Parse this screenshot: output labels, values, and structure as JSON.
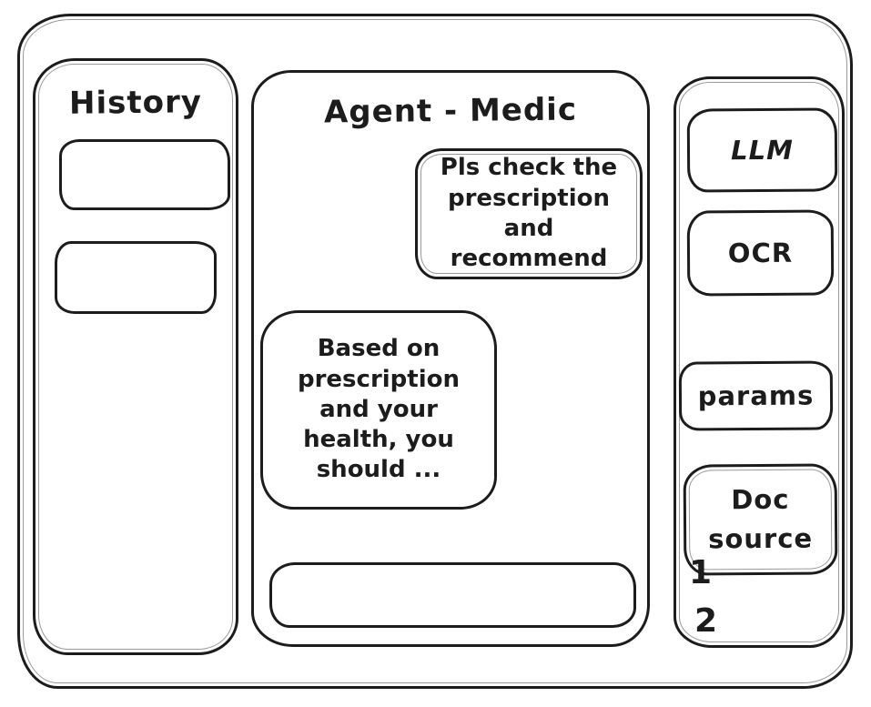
{
  "colors": {
    "stroke": "#1c1c1c",
    "background": "#ffffff"
  },
  "history_panel": {
    "title": "History",
    "items": [
      {
        "label": ""
      },
      {
        "label": ""
      }
    ]
  },
  "chat_panel": {
    "title": "Agent - Medic",
    "messages": [
      {
        "role": "user",
        "text": "Pls check the prescription and recommend"
      },
      {
        "role": "assistant",
        "text": "Based on prescription and your health, you should ..."
      }
    ],
    "input": {
      "value": "",
      "placeholder": ""
    }
  },
  "tools_panel": {
    "buttons": [
      {
        "label": "LLM"
      },
      {
        "label": "OCR"
      },
      {
        "label": "params"
      },
      {
        "label": "Doc source"
      }
    ],
    "doc_items": [
      "1",
      "2"
    ]
  }
}
